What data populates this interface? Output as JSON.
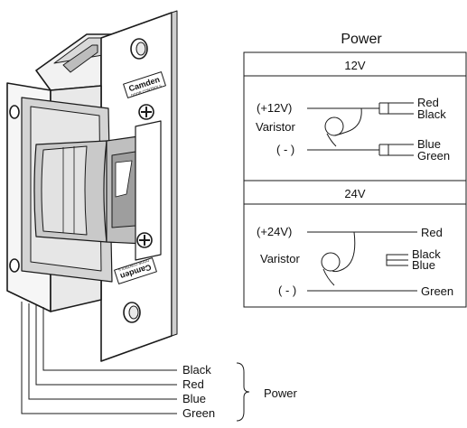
{
  "power_title": "Power",
  "panels": [
    {
      "header": "12V",
      "terminal_positive": "(+12V)",
      "varistor": "Varistor",
      "terminal_negative": "( - )",
      "wires": [
        "Red",
        "Black",
        "Blue",
        "Green"
      ]
    },
    {
      "header": "24V",
      "terminal_positive": "(+24V)",
      "varistor": "Varistor",
      "terminal_negative": "( - )",
      "wires": [
        "Red",
        "Black",
        "Blue",
        "Green"
      ]
    }
  ],
  "device": {
    "brand": "Camden",
    "brand_sub": "DOOR CONTROLS"
  },
  "leads": {
    "labels": [
      "Black",
      "Red",
      "Blue",
      "Green"
    ],
    "group_label": "Power"
  }
}
